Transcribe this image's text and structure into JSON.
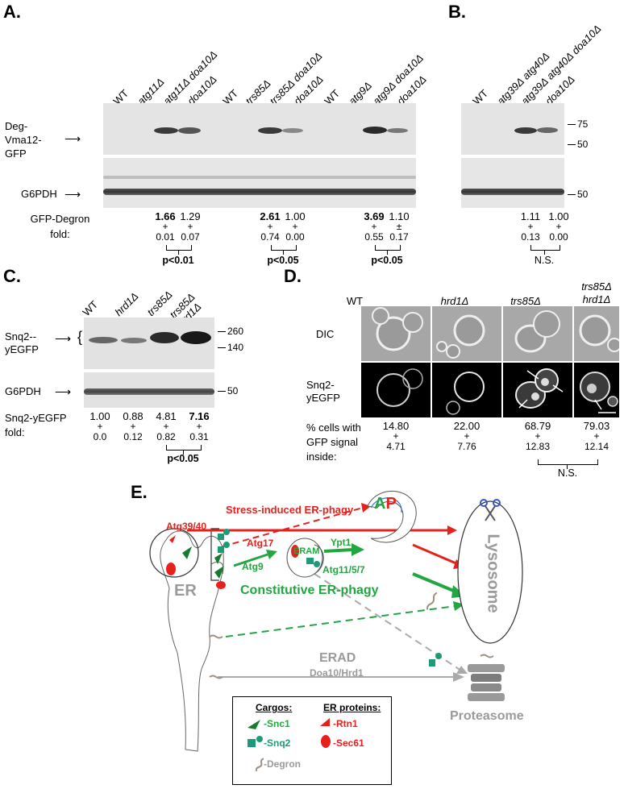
{
  "panels": {
    "A": {
      "letter": "A.",
      "lanes": [
        "WT",
        "atg11Δ",
        "atg11Δ doa10Δ",
        "doa10Δ",
        "WT",
        "trs85Δ",
        "trs85Δ doa10Δ",
        "doa10Δ",
        "WT",
        "atg9Δ",
        "atg9Δ doa10Δ",
        "doa10Δ"
      ],
      "row1_label": "Deg-Vma12-GFP",
      "row2_label": "G6PDH",
      "quant_label": "GFP-Degron fold:",
      "quants": [
        {
          "mean": "1.66",
          "pm": "+",
          "sd": "0.01",
          "bold": true
        },
        {
          "mean": "1.29",
          "pm": "+",
          "sd": "0.07",
          "bold": false
        },
        {
          "mean": "2.61",
          "pm": "+",
          "sd": "0.74",
          "bold": true
        },
        {
          "mean": "1.00",
          "pm": "+",
          "sd": "0.00",
          "bold": false
        },
        {
          "mean": "3.69",
          "pm": "+",
          "sd": "0.55",
          "bold": true
        },
        {
          "mean": "1.10",
          "pm": "±",
          "sd": "0.17",
          "bold": false
        }
      ],
      "pvalues": [
        "p<0.01",
        "p<0.05",
        "p<0.05"
      ]
    },
    "B": {
      "letter": "B.",
      "lanes": [
        "WT",
        "atg39Δ atg40Δ",
        "atg39Δ atg40Δ doa10Δ",
        "doa10Δ"
      ],
      "mw": [
        "75",
        "50",
        "50"
      ],
      "quants": [
        {
          "mean": "1.11",
          "pm": "+",
          "sd": "0.13"
        },
        {
          "mean": "1.00",
          "pm": "+",
          "sd": "0.00"
        }
      ],
      "pvalue": "N.S."
    },
    "C": {
      "letter": "C.",
      "lanes": [
        "WT",
        "hrd1Δ",
        "trs85Δ",
        "trs85Δ hrd1Δ"
      ],
      "row1_label": "Snq2--yEGFP",
      "row2_label": "G6PDH",
      "mw": [
        "260",
        "140",
        "50"
      ],
      "quant_label": "Snq2-yEGFP fold:",
      "quants": [
        {
          "mean": "1.00",
          "pm": "+",
          "sd": "0.0",
          "bold": false
        },
        {
          "mean": "0.88",
          "pm": "+",
          "sd": "0.12",
          "bold": false
        },
        {
          "mean": "4.81",
          "pm": "+",
          "sd": "0.82",
          "bold": false
        },
        {
          "mean": "7.16",
          "pm": "+",
          "sd": "0.31",
          "bold": true
        }
      ],
      "pvalue": "p<0.05"
    },
    "D": {
      "letter": "D.",
      "columns": [
        "WT",
        "hrd1Δ",
        "trs85Δ",
        "trs85Δ hrd1Δ"
      ],
      "row1_label": "DIC",
      "row2_label": "Snq2-yEGFP",
      "quant_label": "% cells with GFP signal inside:",
      "quants": [
        {
          "mean": "14.80",
          "pm": "+",
          "sd": "4.71"
        },
        {
          "mean": "22.00",
          "pm": "+",
          "sd": "7.76"
        },
        {
          "mean": "68.79",
          "pm": "+",
          "sd": "12.83"
        },
        {
          "mean": "79.03",
          "pm": "+",
          "sd": "12.14"
        }
      ],
      "pvalue": "N.S."
    },
    "E": {
      "letter": "E.",
      "stress_label": "Stress-induced ER-phagy",
      "atg3940": "Atg39/40",
      "atg17": "Atg17",
      "er": "ER",
      "atg9": "Atg9",
      "eram": "ERAM",
      "ypt1": "Ypt1",
      "atg11": "Atg11/5/7",
      "ap_a": "A",
      "ap_p": "P",
      "constitutive": "Constitutive ER-phagy",
      "lysosome": "Lysosome",
      "erad": "ERAD",
      "erad_sub": "Doa10/Hrd1",
      "proteasome": "Proteasome",
      "legend": {
        "cargos_title": "Cargos:",
        "er_title": "ER proteins:",
        "snc1": "-Snc1",
        "snq2": "-Snq2",
        "degron": "-Degron",
        "rtn1": "-Rtn1",
        "sec61": "-Sec61"
      },
      "colors": {
        "red": "#e8201c",
        "green": "#22a640",
        "gray": "#9a9a9a",
        "dark_green": "#0e6b2f",
        "teal": "#1e9a78"
      }
    }
  }
}
